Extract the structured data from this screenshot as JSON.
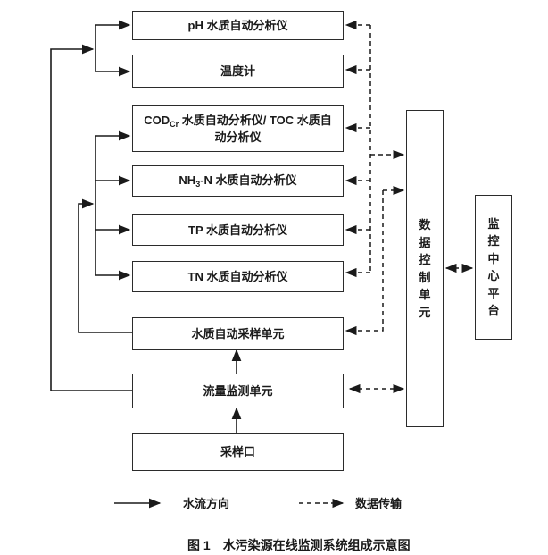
{
  "diagram": {
    "boxes": {
      "ph": {
        "label": "pH 水质自动分析仪"
      },
      "temp": {
        "label": "温度计"
      },
      "cod": {
        "pre": "COD",
        "sub": "Cr",
        "rest": " 水质自动分析仪/ TOC 水质自动分析仪"
      },
      "nh3": {
        "pre": "NH",
        "sub": "3",
        "rest": "-N 水质自动分析仪"
      },
      "tp": {
        "label": "TP 水质自动分析仪"
      },
      "tn": {
        "label": "TN 水质自动分析仪"
      },
      "sampler": {
        "label": "水质自动采样单元"
      },
      "flow": {
        "label": "流量监测单元"
      },
      "inlet": {
        "label": "采样口"
      },
      "dcu": {
        "label": "数据控制单元"
      },
      "platform": {
        "label": "监控中心平台"
      }
    },
    "legend": {
      "flow_label": "水流方向",
      "data_label": "数据传输"
    },
    "caption": {
      "fig_label": "图 1",
      "title": "水污染源在线监测系统组成示意图"
    },
    "colors": {
      "line": "#1a1a1a",
      "box_border": "#2b2b2b",
      "background": "#ffffff",
      "text": "#1a1a1a"
    }
  }
}
